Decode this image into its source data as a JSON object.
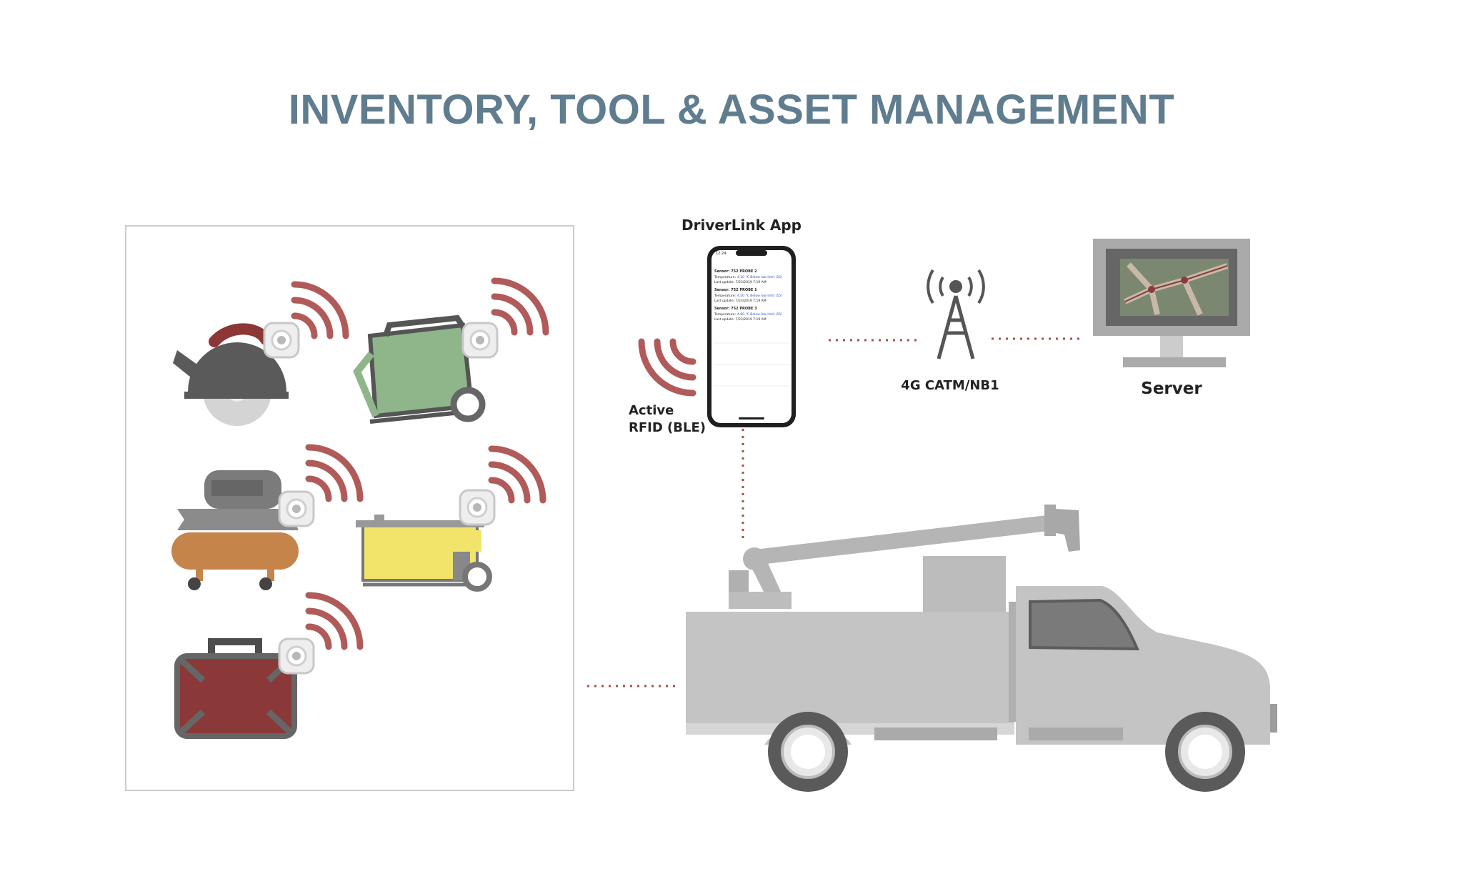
{
  "title": "INVENTORY, TOOL & ASSET MANAGEMENT",
  "labels": {
    "app": "DriverLink App",
    "rfid_line1": "Active",
    "rfid_line2": "RFID (BLE)",
    "network": "4G CATM/NB1",
    "server": "Server"
  },
  "phone": {
    "status_time": "12:24",
    "sensors": [
      {
        "name": "Sensor: 752 PROBE 2",
        "temp_label": "Temperature:",
        "temp_value": "4.10 °C Below low limit (15)",
        "update": "Last update: 7/23/2019 7:19 AM"
      },
      {
        "name": "Sensor: 752 PROBE 1",
        "temp_label": "Temperature:",
        "temp_value": "4.50 °C Below low limit (15)",
        "update": "Last update: 7/23/2019 7:19 AM"
      },
      {
        "name": "Sensor: 752 PROBE 3",
        "temp_label": "Temperature:",
        "temp_value": "4.90 °C Below low limit (15)",
        "update": "Last update: 7/23/2019 7:19 AM"
      }
    ]
  },
  "colors": {
    "title": "#5f7d8f",
    "signal": "#b05a5a",
    "truck": "#c4c4c4",
    "dots": "#a0524a"
  }
}
